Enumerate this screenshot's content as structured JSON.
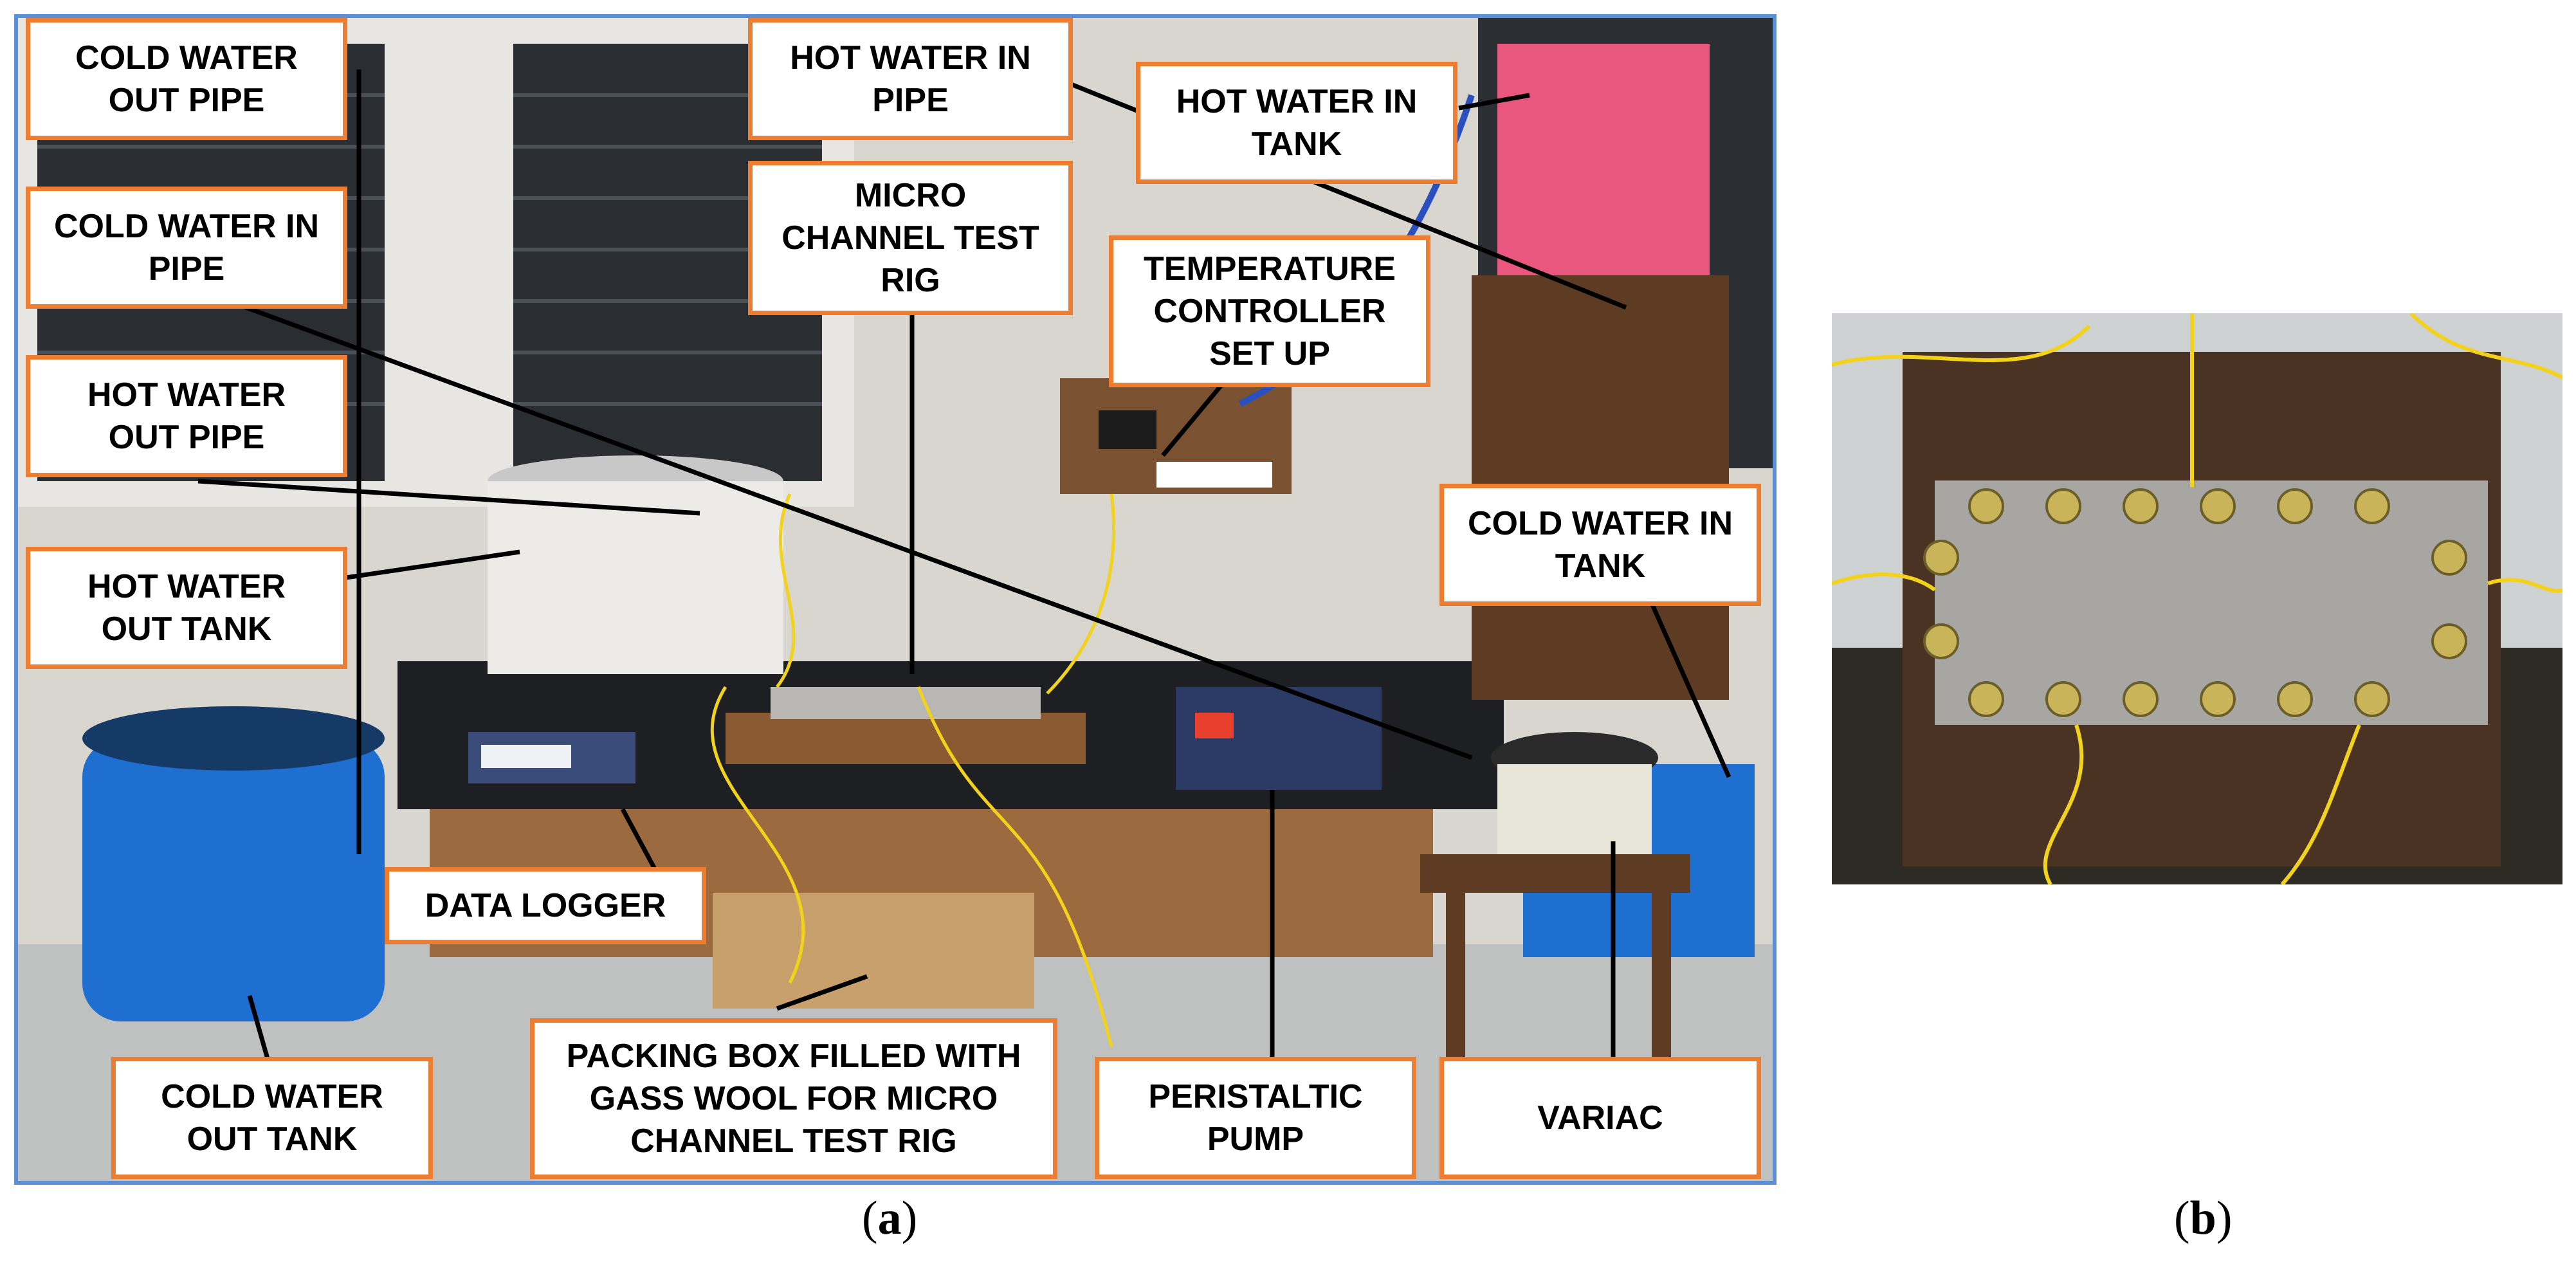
{
  "panel_a": {
    "caption_open": "(",
    "caption_letter": "a",
    "caption_close": ")",
    "labels": {
      "cold_water_out_pipe": "COLD WATER\nOUT PIPE",
      "hot_water_in_pipe": "HOT WATER IN\nPIPE",
      "hot_water_in_tank": "HOT WATER IN\nTANK",
      "cold_water_in_pipe": "COLD WATER IN\nPIPE",
      "micro_channel_test_rig": "MICRO\nCHANNEL TEST\nRIG",
      "temperature_controller": "TEMPERATURE\nCONTROLLER\nSET UP",
      "hot_water_out_pipe": "HOT WATER\nOUT PIPE",
      "cold_water_in_tank": "COLD WATER IN\nTANK",
      "hot_water_out_tank": "HOT WATER\nOUT TANK",
      "data_logger": "DATA LOGGER",
      "cold_water_out_tank": "COLD WATER\nOUT TANK",
      "packing_box": "PACKING BOX FILLED WITH\nGASS WOOL FOR MICRO\nCHANNEL TEST RIG",
      "peristaltic_pump": "PERISTALTIC\nPUMP",
      "variac": "VARIAC"
    }
  },
  "panel_b": {
    "caption_open": "(",
    "caption_letter": "b",
    "caption_close": ")"
  },
  "colors": {
    "label_border": "#ec7d31",
    "photo_frame": "#5b8fd6",
    "tank_blue": "#1f6fd1",
    "wire_yellow": "#f2d21b"
  }
}
